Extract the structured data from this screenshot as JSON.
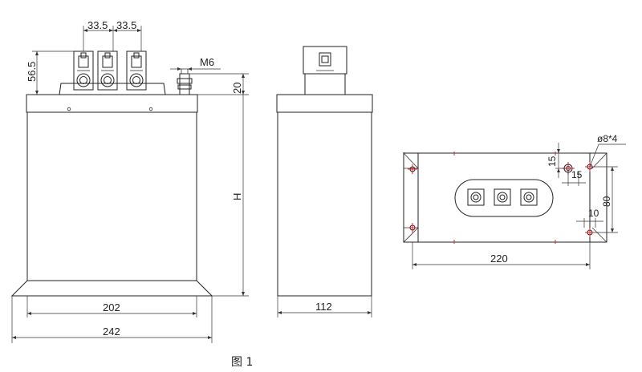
{
  "caption": "图 1",
  "front_view": {
    "dim_terminal_pitch_left": "33.5",
    "dim_terminal_pitch_right": "33.5",
    "dim_terminal_height": "56.5",
    "dim_ground_thread": "M6",
    "dim_lid_height": "20",
    "dim_body_height": "H",
    "dim_body_width": "202",
    "dim_base_width": "242"
  },
  "side_view": {
    "dim_depth": "112"
  },
  "bottom_view": {
    "dim_hole_callout": "ø8*4",
    "dim_hole_offset_vertical": "15",
    "dim_hole_offset_horizontal": "15",
    "dim_hole_spacing_vertical": "80",
    "dim_slot_width": "10",
    "dim_hole_spacing_horizontal": "220"
  }
}
